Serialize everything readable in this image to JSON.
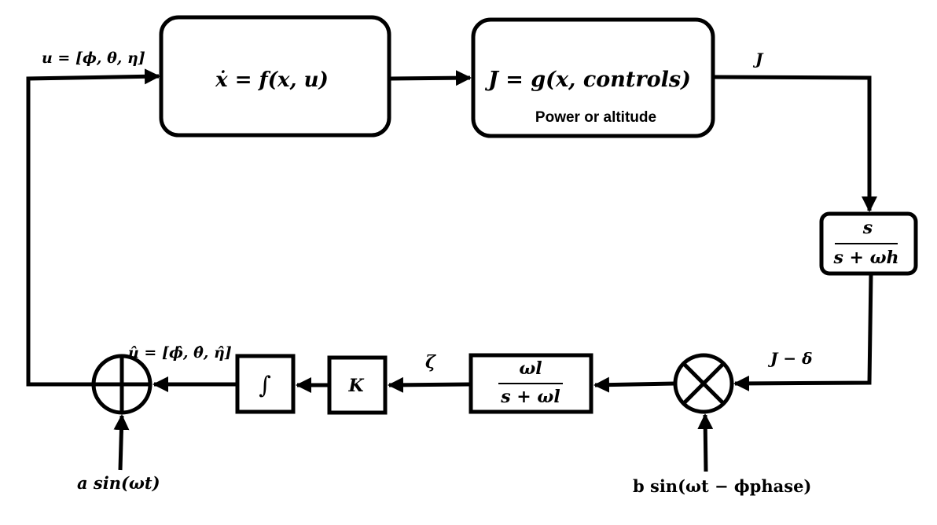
{
  "blocks": {
    "plant": {
      "equation": "ẋ = f(x, u)"
    },
    "objective": {
      "equation": "J = g(x, controls)",
      "subtitle": "Power or altitude"
    },
    "highpass": {
      "numerator": "s",
      "denominator": "s + ωh"
    },
    "lowpass": {
      "numerator": "ωl",
      "denominator": "s + ωl"
    },
    "gain": {
      "label": "K"
    },
    "integrator": {
      "symbol": "∫"
    },
    "multiplier": {
      "symbol": "×"
    },
    "summer": {
      "symbol": "+"
    }
  },
  "signals": {
    "input_vector": "u = [ϕ, θ, η]",
    "output_J": "J",
    "J_minus_delta": "J − δ",
    "zeta": "ζ",
    "u_hat_vector": "û = [ϕ̂, θ̂, η̂]",
    "perturbation": "a sin(ωt)",
    "demodulation": "b sin(ωt − ϕphase)"
  }
}
